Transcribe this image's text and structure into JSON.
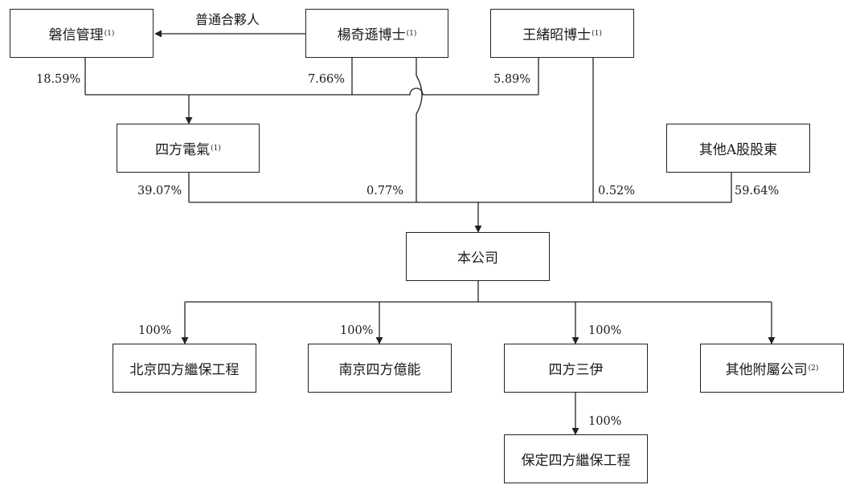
{
  "entities": {
    "pan_xin": {
      "name": "磐信管理",
      "note": "(1)"
    },
    "yang_qi_xun": {
      "name": "楊奇遜博士",
      "note": "(1)"
    },
    "wang_xu_zhao": {
      "name": "王緒昭博士",
      "note": "(1)"
    },
    "sifang_electric": {
      "name": "四方電氣",
      "note": "(1)"
    },
    "other_a_shareholders": {
      "name": "其他A股股東"
    },
    "company": {
      "name": "本公司"
    },
    "beijing_sifang": {
      "name": "北京四方繼保工程"
    },
    "nanjing_sifang": {
      "name": "南京四方億能"
    },
    "sifang_sanyi": {
      "name": "四方三伊"
    },
    "other_subsidiaries": {
      "name": "其他附屬公司",
      "note": "(2)"
    },
    "baoding_sifang": {
      "name": "保定四方繼保工程"
    }
  },
  "relations": {
    "general_partner": "普通合夥人"
  },
  "percentages": {
    "pan_xin_to_sifang_electric": "18.59%",
    "yang_to_sifang_electric": "7.66%",
    "wang_to_sifang_electric": "5.89%",
    "sifang_electric_to_company": "39.07%",
    "yang_to_company": "0.77%",
    "wang_to_company": "0.52%",
    "others_to_company": "59.64%",
    "company_to_beijing": "100%",
    "company_to_nanjing": "100%",
    "company_to_sanyi": "100%",
    "sanyi_to_baoding": "100%"
  }
}
